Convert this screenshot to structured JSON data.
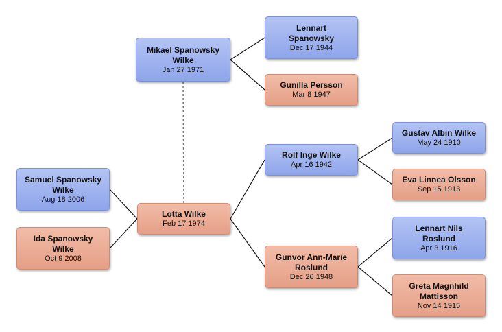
{
  "people": {
    "mikael": {
      "name": "Mikael Spanowsky Wilke",
      "date": "Jan 27 1971",
      "gender": "male"
    },
    "lennart": {
      "name": "Lennart Spanowsky",
      "date": "Dec 17 1944",
      "gender": "male"
    },
    "gunilla": {
      "name": "Gunilla Persson",
      "date": "Mar 8 1947",
      "gender": "female"
    },
    "samuel": {
      "name": "Samuel Spanowsky Wilke",
      "date": "Aug 18 2006",
      "gender": "male"
    },
    "ida": {
      "name": "Ida Spanowsky Wilke",
      "date": "Oct 9 2008",
      "gender": "female"
    },
    "lotta": {
      "name": "Lotta Wilke",
      "date": "Feb 17 1974",
      "gender": "female"
    },
    "rolf": {
      "name": "Rolf Inge Wilke",
      "date": "Apr 16 1942",
      "gender": "male"
    },
    "gunvor": {
      "name": "Gunvor Ann-Marie Roslund",
      "date": "Dec 26 1948",
      "gender": "female"
    },
    "gustav": {
      "name": "Gustav Albin Wilke",
      "date": "May 24 1910",
      "gender": "male"
    },
    "eva": {
      "name": "Eva Linnea Olsson",
      "date": "Sep 15 1913",
      "gender": "female"
    },
    "lennartn": {
      "name": "Lennart Nils Roslund",
      "date": "Apr 3 1916",
      "gender": "male"
    },
    "greta": {
      "name": "Greta Magnhild Mattisson",
      "date": "Nov 14 1915",
      "gender": "female"
    }
  },
  "relations": [
    {
      "from": "mikael",
      "to": "lennart",
      "type": "parent"
    },
    {
      "from": "mikael",
      "to": "gunilla",
      "type": "parent"
    },
    {
      "from": "samuel",
      "to": "lotta",
      "type": "parent"
    },
    {
      "from": "ida",
      "to": "lotta",
      "type": "parent"
    },
    {
      "from": "lotta",
      "to": "rolf",
      "type": "parent"
    },
    {
      "from": "lotta",
      "to": "gunvor",
      "type": "parent"
    },
    {
      "from": "rolf",
      "to": "gustav",
      "type": "parent"
    },
    {
      "from": "rolf",
      "to": "eva",
      "type": "parent"
    },
    {
      "from": "gunvor",
      "to": "lennartn",
      "type": "parent"
    },
    {
      "from": "gunvor",
      "to": "greta",
      "type": "parent"
    },
    {
      "from": "mikael",
      "to": "lotta",
      "type": "partner"
    }
  ]
}
